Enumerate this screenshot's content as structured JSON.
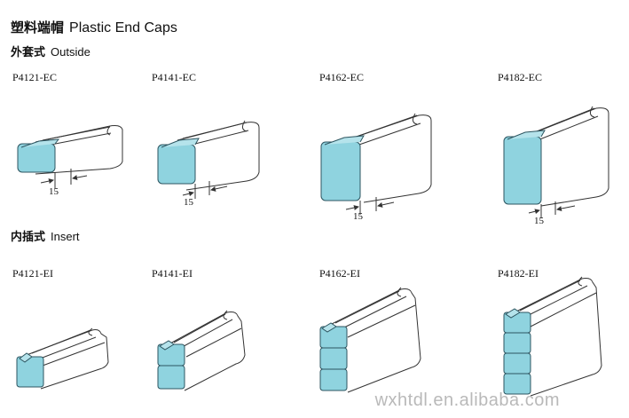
{
  "header": {
    "title_cn": "塑料端帽",
    "title_en": "Plastic End Caps"
  },
  "outside": {
    "label_cn": "外套式",
    "label_en": "Outside",
    "items": [
      {
        "code": "P4121-EC",
        "dim": "15"
      },
      {
        "code": "P4141-EC",
        "dim": "15"
      },
      {
        "code": "P4162-EC",
        "dim": "15"
      },
      {
        "code": "P4182-EC",
        "dim": "15"
      }
    ]
  },
  "insert": {
    "label_cn": "内插式",
    "label_en": "Insert",
    "items": [
      {
        "code": "P4121-EI"
      },
      {
        "code": "P4141-EI"
      },
      {
        "code": "P4162-EI"
      },
      {
        "code": "P4182-EI"
      }
    ]
  },
  "watermark": "wxhtdl.en.alibaba.com",
  "colors": {
    "cap_fill": "#8fd3df",
    "cap_stroke": "#2d5560",
    "line": "#333333"
  }
}
